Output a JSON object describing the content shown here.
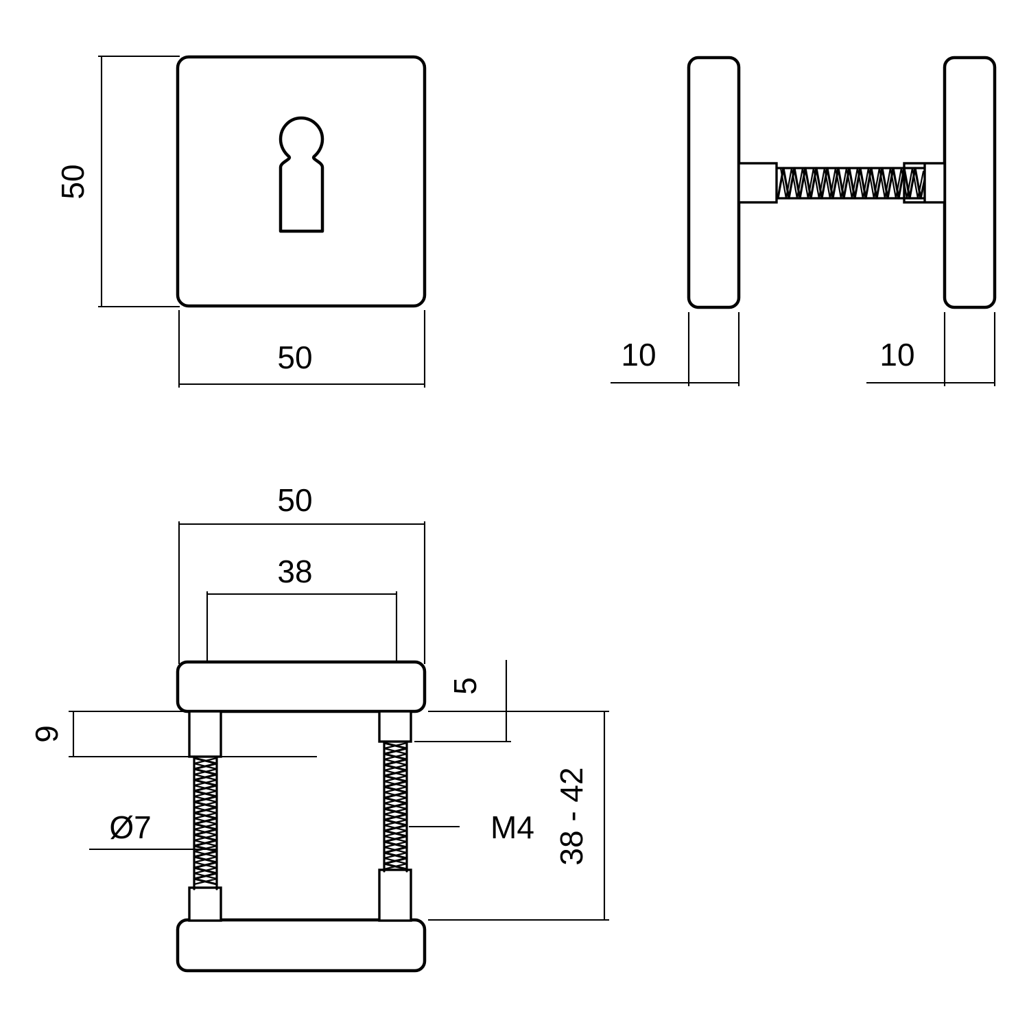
{
  "drawing": {
    "title": "Square keyhole rosette technical drawing",
    "units": "mm",
    "line_color": "#000000",
    "background_color": "#ffffff"
  },
  "views": {
    "front": {
      "name": "front-view",
      "shape": "rounded-square-plate-with-keyhole",
      "dimensions": {
        "height_label": "50",
        "width_label": "50"
      }
    },
    "side": {
      "name": "side-view",
      "shape": "two-plates-joined-by-threaded-bolt",
      "dimensions": {
        "left_thickness_label": "10",
        "right_thickness_label": "10"
      }
    },
    "section": {
      "name": "section-view",
      "shape": "two-plates-with-two-vertical-screws",
      "dimensions": {
        "overall_width_label": "50",
        "screw_spacing_label": "38",
        "plate_thickness_label": "5",
        "sleeve_length_label": "9",
        "sleeve_diameter_label": "Ø7",
        "thread_spec_label": "M4",
        "door_thickness_label": "38 - 42"
      }
    }
  },
  "labels": {
    "front_height": "50",
    "front_width": "50",
    "side_left_thickness": "10",
    "side_right_thickness": "10",
    "section_width": "50",
    "section_spacing": "38",
    "section_plate_thickness": "5",
    "section_sleeve_length": "9",
    "section_sleeve_diameter": "Ø7",
    "section_thread": "M4",
    "section_range": "38 - 42"
  }
}
